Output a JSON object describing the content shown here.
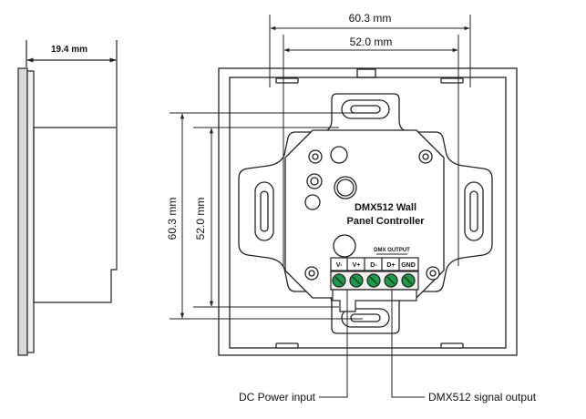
{
  "dimensions": {
    "side_depth": "19.4 mm",
    "panel_width": "60.3 mm",
    "box_width": "52.0 mm",
    "panel_height": "60.3 mm",
    "box_height": "52.0 mm"
  },
  "controller": {
    "title_line1": "DMX512 Wall",
    "title_line2": "Panel Controller",
    "output_header": "DMX OUTPUT"
  },
  "terminals": [
    "V-",
    "V+",
    "D-",
    "D+",
    "GND"
  ],
  "callouts": {
    "power": "DC Power input",
    "signal": "DMX512 signal output"
  },
  "colors": {
    "line": "#222222",
    "terminal_screw": "#1e9a4a"
  }
}
